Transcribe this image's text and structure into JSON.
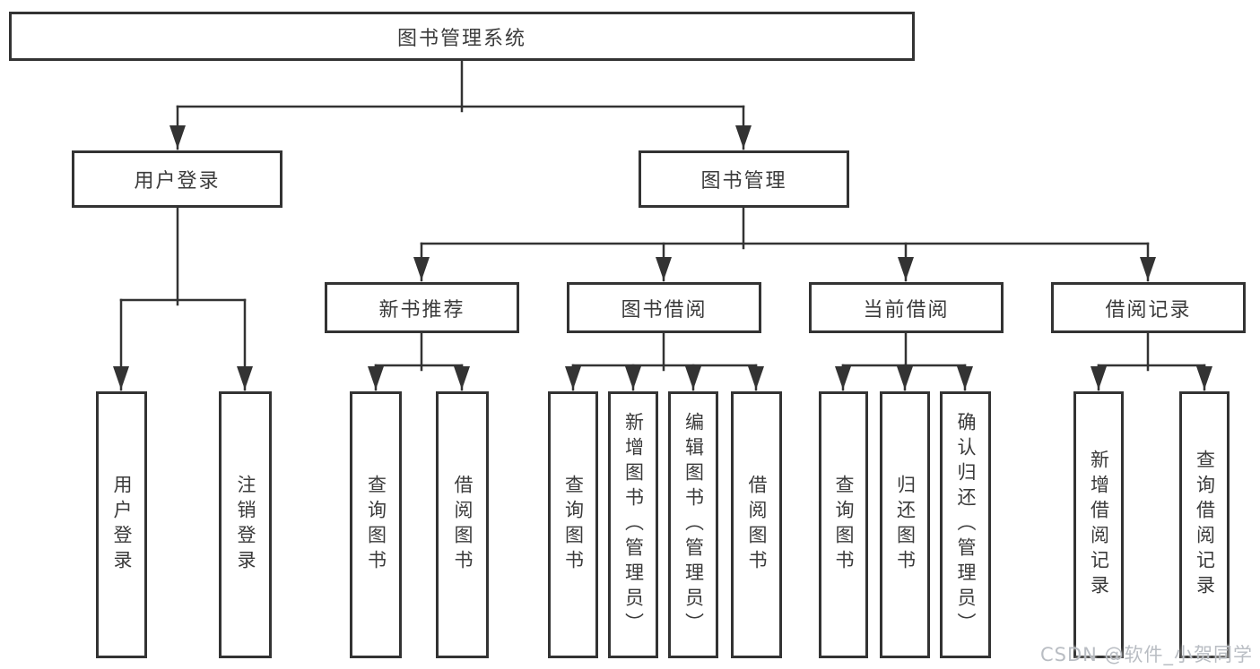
{
  "diagram": {
    "root": {
      "label": "图书管理系统"
    },
    "branches": [
      {
        "label": "用户登录",
        "leaves": [
          {
            "label": "用户登录"
          },
          {
            "label": "注销登录"
          }
        ]
      },
      {
        "label": "图书管理",
        "groups": [
          {
            "label": "新书推荐",
            "leaves": [
              {
                "label": "查询图书"
              },
              {
                "label": "借阅图书"
              }
            ]
          },
          {
            "label": "图书借阅",
            "leaves": [
              {
                "label": "查询图书"
              },
              {
                "label": "新增图书（管理员）"
              },
              {
                "label": "编辑图书（管理员）"
              },
              {
                "label": "借阅图书"
              }
            ]
          },
          {
            "label": "当前借阅",
            "leaves": [
              {
                "label": "查询图书"
              },
              {
                "label": "归还图书"
              },
              {
                "label": "确认归还（管理员）"
              }
            ]
          },
          {
            "label": "借阅记录",
            "leaves": [
              {
                "label": "新增借阅记录"
              },
              {
                "label": "查询借阅记录"
              }
            ]
          }
        ]
      }
    ],
    "watermark": "CSDN @软件_小贺同学",
    "colors": {
      "line": "#333333",
      "text": "#3b3b3b",
      "watermark": "#b9bdc3",
      "background": "#ffffff"
    }
  }
}
